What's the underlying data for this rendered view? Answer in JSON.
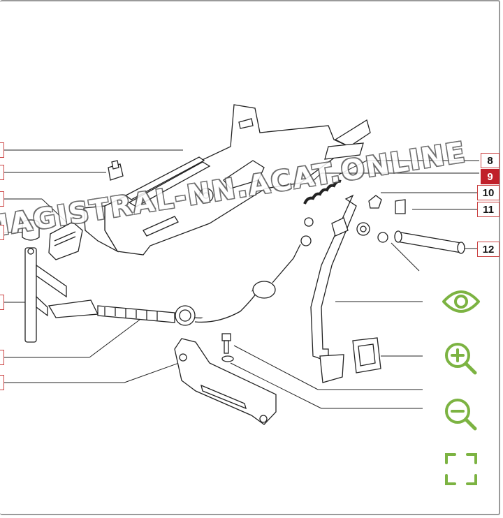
{
  "callouts": {
    "c8": "8",
    "c9": "9",
    "c10": "10",
    "c11": "11",
    "c12": "12"
  },
  "watermark": "MAGISTRAL-NN.ACAT.ONLINE",
  "toolbar": {
    "accent_color": "#7cb342",
    "icons": [
      "eye-icon",
      "zoom-in-icon",
      "zoom-out-icon",
      "fullscreen-icon"
    ]
  }
}
